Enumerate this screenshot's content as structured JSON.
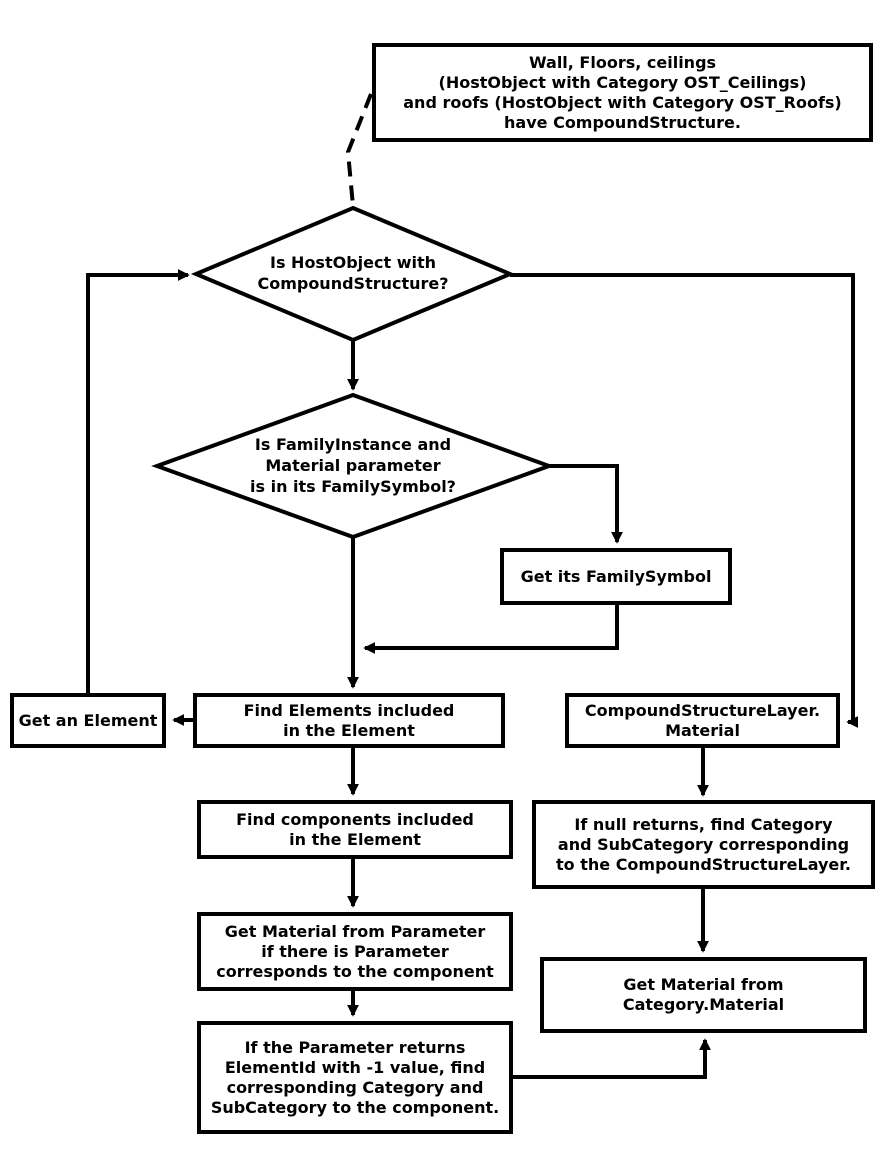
{
  "colors": {
    "line": "#000000",
    "background": "#ffffff",
    "text": "#000000"
  },
  "nodes": {
    "note": {
      "label": "Wall, Floors, ceilings\n(HostObject with Category OST_Ceilings)\nand roofs (HostObject with Category OST_Roofs)\nhave CompoundStructure."
    },
    "decision_host": {
      "label": "Is HostObject with\nCompoundStructure?"
    },
    "decision_family": {
      "label": "Is FamilyInstance and\nMaterial parameter\nis in its FamilySymbol?"
    },
    "get_family_symbol": {
      "label": "Get its FamilySymbol"
    },
    "get_an_element": {
      "label": "Get an Element"
    },
    "find_elements": {
      "label": "Find Elements included\nin the Element"
    },
    "compound_structure_layer": {
      "label": "CompoundStructureLayer.\nMaterial"
    },
    "find_components": {
      "label": "Find components included\nin the Element"
    },
    "if_null_returns": {
      "label": "If null returns, find Category\nand SubCategory corresponding\nto the CompoundStructureLayer."
    },
    "get_material_from_parameter": {
      "label": "Get Material from Parameter\nif there is Parameter\ncorresponds to the component"
    },
    "get_material_from_category": {
      "label": "Get Material from\nCategory.Material"
    },
    "if_parameter_returns": {
      "label": "If the Parameter returns\nElementId with -1 value, find\ncorresponding Category and\nSubCategory to the component."
    }
  }
}
